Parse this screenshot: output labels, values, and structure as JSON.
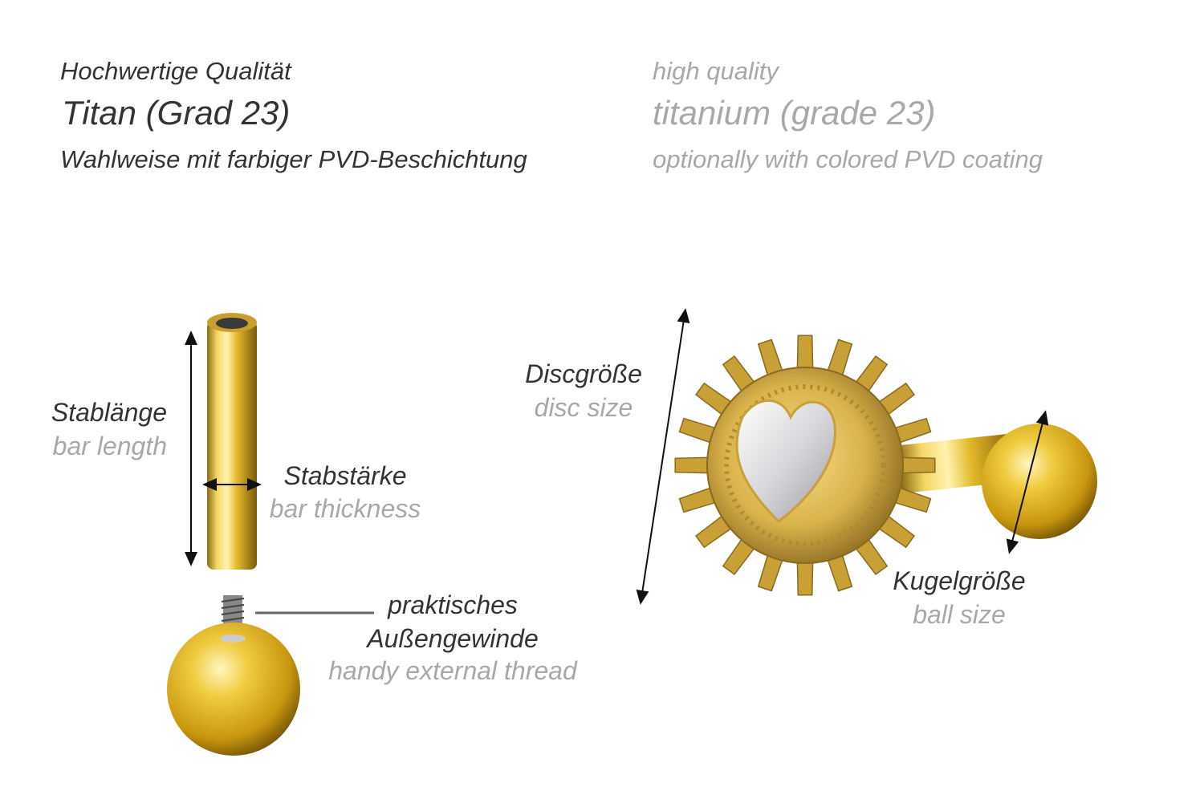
{
  "header": {
    "de": {
      "quality": "Hochwertige Qualität",
      "material": "Titan (Grad 23)",
      "coating": "Wahlweise mit farbiger PVD-Beschichtung"
    },
    "en": {
      "quality": "high quality",
      "material": "titanium (grade 23)",
      "coating": "optionally with colored PVD coating"
    }
  },
  "labels": {
    "bar_length": {
      "de": "Stablänge",
      "en": "bar length"
    },
    "bar_thickness": {
      "de": "Stabstärke",
      "en": "bar thickness"
    },
    "thread": {
      "de_line1": "praktisches",
      "de_line2": "Außengewinde",
      "en": "handy external thread"
    },
    "disc_size": {
      "de": "Discgröße",
      "en": "disc size"
    },
    "ball_size": {
      "de": "Kugelgröße",
      "en": "ball size"
    }
  },
  "colors": {
    "text_dark": "#333333",
    "text_gray": "#a8a8a8",
    "gold": "#e2b82a"
  }
}
